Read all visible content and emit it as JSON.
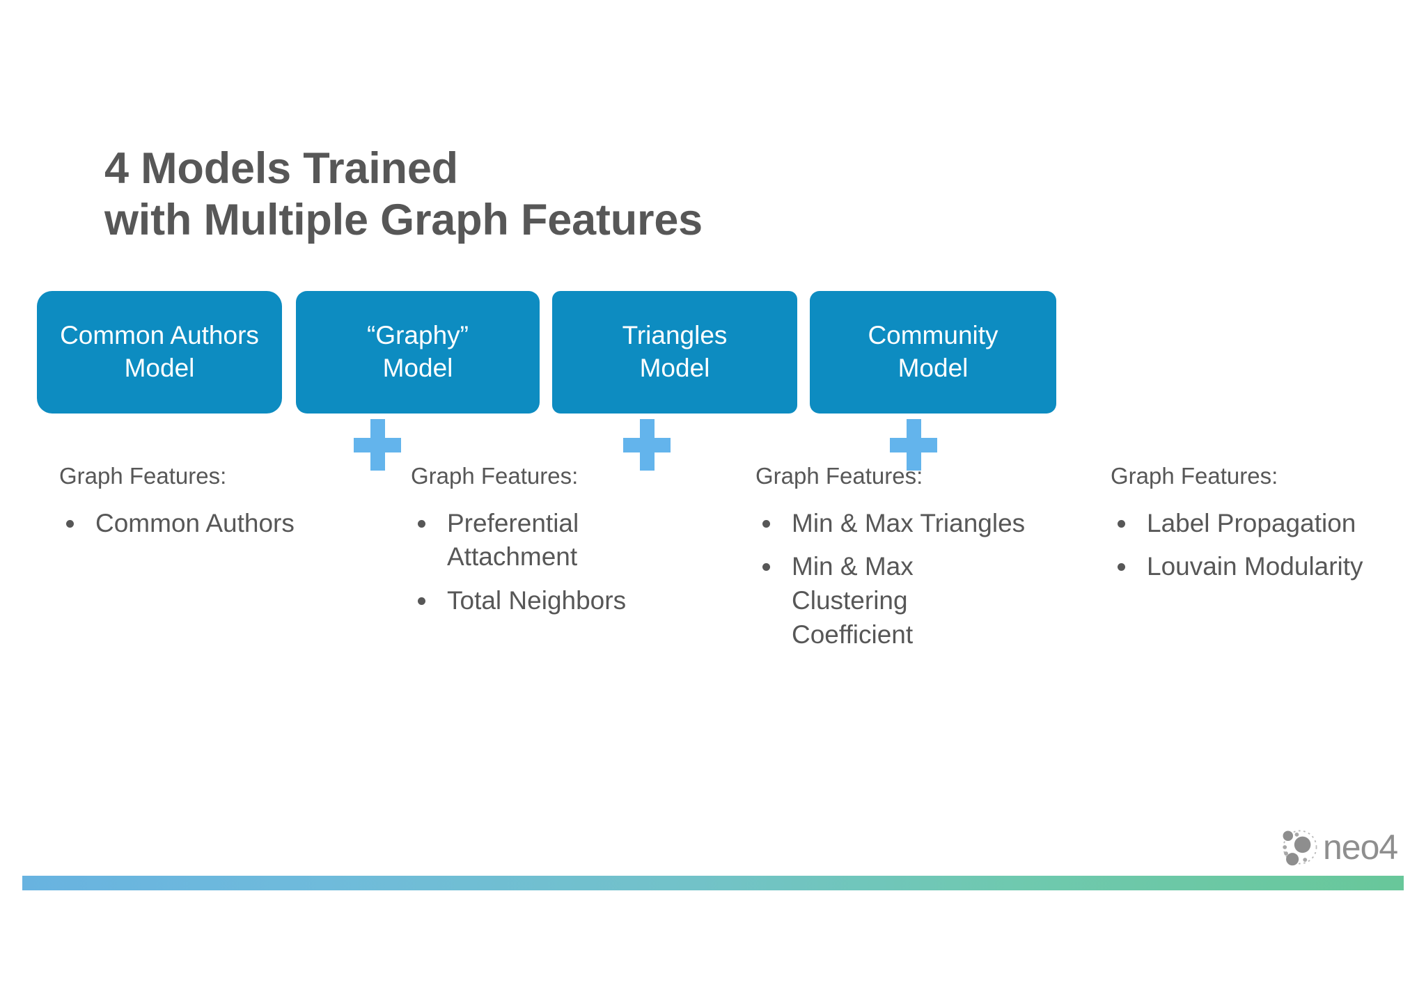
{
  "slide": {
    "title_line1": "4 Models Trained",
    "title_line2": "with Multiple Graph Features",
    "accent_blue": "#0D8CC1",
    "plus_blue": "#63B4EC",
    "text_gray": "#575757"
  },
  "models": [
    {
      "name_line1": "Common Authors",
      "name_line2": "Model"
    },
    {
      "name_line1": "“Graphy”",
      "name_line2": "Model"
    },
    {
      "name_line1": "Triangles",
      "name_line2": "Model"
    },
    {
      "name_line1": "Community",
      "name_line2": "Model"
    }
  ],
  "separators": [
    {
      "symbol": "+"
    },
    {
      "symbol": "+"
    },
    {
      "symbol": "+"
    }
  ],
  "columns": [
    {
      "heading": "Graph Features:",
      "items": [
        "Common Authors"
      ]
    },
    {
      "heading": "Graph Features:",
      "items": [
        "Preferential Attachment",
        "Total Neighbors"
      ]
    },
    {
      "heading": "Graph Features:",
      "items": [
        "Min & Max Triangles",
        "Min & Max Clustering Coefficient"
      ]
    },
    {
      "heading": "Graph Features:",
      "items": [
        "Label Propagation",
        "Louvain Modularity"
      ]
    }
  ],
  "logo": {
    "wordmark": "neo4",
    "mark_name": "neo4j-graph-mark",
    "color": "#8E8E8E"
  },
  "footer": {
    "bar_gradient_start": "#68B3E0",
    "bar_gradient_end": "#68C79A"
  }
}
